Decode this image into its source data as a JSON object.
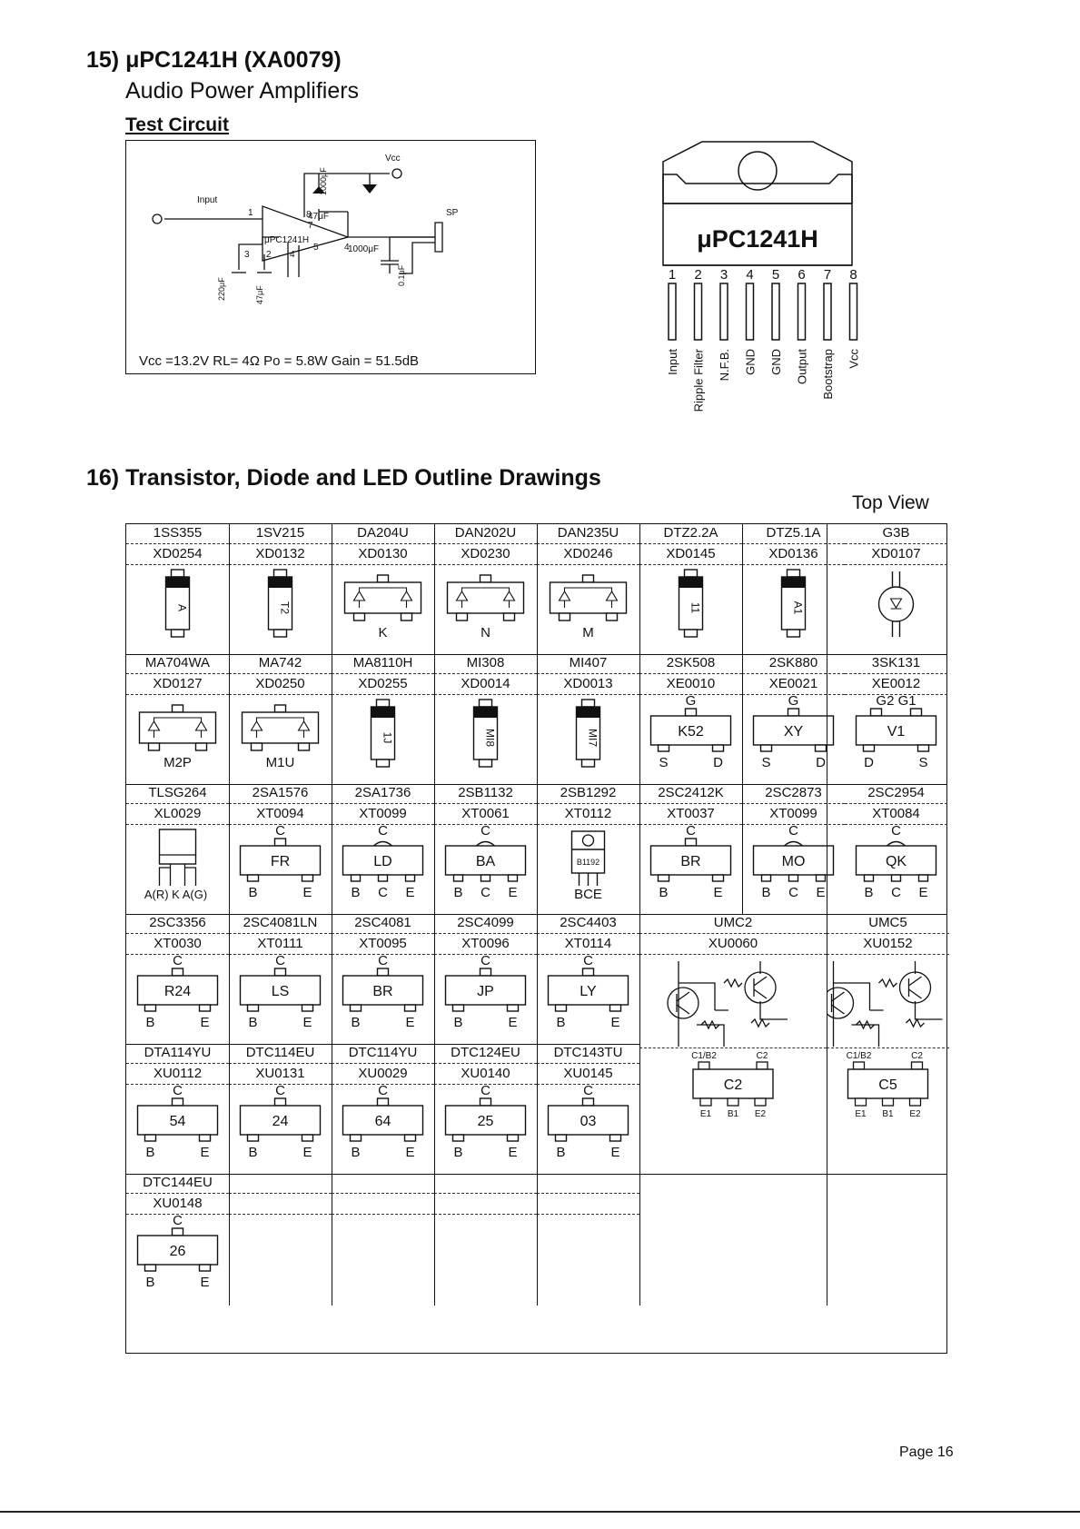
{
  "section15": {
    "title": "15) μPC1241H (XA0079)",
    "subtitle": "Audio Power Amplifiers",
    "test_circuit_label": "Test Circuit",
    "circuit_caption": "Vcc =13.2V   RL= 4Ω  Po = 5.8W  Gain = 51.5dB",
    "circuit_labels": {
      "vcc": "Vcc",
      "input": "Input",
      "sp": "SP",
      "ic": "μPC1241H",
      "c1000_top": "1000μF",
      "c47": "47μF",
      "c1000_out": "1000μF",
      "c01": "0.1μF",
      "c220": "220μF",
      "c47b": "47μF",
      "p1": "1",
      "p2": "2",
      "p3": "3",
      "p4": "4",
      "p5": "5",
      "p6": "6",
      "p7": "7",
      "p8": "8"
    },
    "ic_package": {
      "name": "μPC1241H",
      "pin_numbers": [
        "1",
        "2",
        "3",
        "4",
        "5",
        "6",
        "7",
        "8"
      ],
      "pin_functions": [
        "Input",
        "Ripple Filter",
        "N.F.B.",
        "GND",
        "GND",
        "Output",
        "Bootstrap",
        "Vcc"
      ]
    }
  },
  "section16": {
    "title": "16) Transistor, Diode and LED Outline Drawings",
    "top_view": "Top View",
    "rows": [
      [
        {
          "n1": "1SS355",
          "n2": "XD0254",
          "t": "diode2",
          "mark": "A"
        },
        {
          "n1": "1SV215",
          "n2": "XD0132",
          "t": "diode2",
          "mark": "T2"
        },
        {
          "n1": "DA204U",
          "n2": "XD0130",
          "t": "dual",
          "bottom": [
            "K"
          ]
        },
        {
          "n1": "DAN202U",
          "n2": "XD0230",
          "t": "dual",
          "bottom": [
            "N"
          ]
        },
        {
          "n1": "DAN235U",
          "n2": "XD0246",
          "t": "dual",
          "bottom": [
            "M"
          ]
        },
        {
          "n1": "DTZ2.2A",
          "n2": "XD0145",
          "t": "zener",
          "mark": "11"
        },
        {
          "n1": "DTZ5.1A",
          "n2": "XD0136",
          "t": "zener",
          "mark": "A1"
        },
        {
          "n1": "G3B",
          "n2": "XD0107",
          "t": "round"
        }
      ],
      [
        {
          "n1": "MA704WA",
          "n2": "XD0127",
          "t": "dual",
          "bottom": [
            "M2P"
          ]
        },
        {
          "n1": "MA742",
          "n2": "XD0250",
          "t": "dual",
          "bottom": [
            "M1U"
          ]
        },
        {
          "n1": "MA8110H",
          "n2": "XD0255",
          "t": "diode2",
          "mark": "1J"
        },
        {
          "n1": "MI308",
          "n2": "XD0014",
          "t": "diode2",
          "mark": "MI8"
        },
        {
          "n1": "MI407",
          "n2": "XD0013",
          "t": "diode2",
          "mark": "MI7"
        },
        {
          "n1": "2SK508",
          "n2": "XE0010",
          "t": "sot",
          "top": "G",
          "mark": "K52",
          "bottom": [
            "S",
            "D"
          ]
        },
        {
          "n1": "2SK880",
          "n2": "XE0021",
          "t": "sot",
          "top": "G",
          "mark": "XY",
          "bottom": [
            "S",
            "D"
          ]
        },
        {
          "n1": "3SK131",
          "n2": "XE0012",
          "t": "sot4",
          "top": "G2  G1",
          "mark": "V1",
          "bottom": [
            "D",
            "S"
          ]
        }
      ],
      [
        {
          "n1": "TLSG264",
          "n2": "XL0029",
          "t": "led",
          "bottom": [
            "A(R) K A(G)"
          ]
        },
        {
          "n1": "2SA1576",
          "n2": "XT0094",
          "t": "sot",
          "top": "C",
          "mark": "FR",
          "bottom": [
            "B",
            "E"
          ]
        },
        {
          "n1": "2SA1736",
          "n2": "XT0099",
          "t": "sot3",
          "top": "C",
          "mark": "LD",
          "bottom": [
            "B",
            "C",
            "E"
          ]
        },
        {
          "n1": "2SB1132",
          "n2": "XT0061",
          "t": "sot3",
          "top": "C",
          "mark": "BA",
          "bottom": [
            "B",
            "C",
            "E"
          ]
        },
        {
          "n1": "2SB1292",
          "n2": "XT0112",
          "t": "to",
          "mark": "B1192",
          "bottom": [
            "BCE"
          ]
        },
        {
          "n1": "2SC2412K",
          "n2": "XT0037",
          "t": "sot",
          "top": "C",
          "mark": "BR",
          "bottom": [
            "B",
            "E"
          ]
        },
        {
          "n1": "2SC2873",
          "n2": "XT0099",
          "t": "sot3",
          "top": "C",
          "mark": "MO",
          "bottom": [
            "B",
            "C",
            "E"
          ]
        },
        {
          "n1": "2SC2954",
          "n2": "XT0084",
          "t": "sot3",
          "top": "C",
          "mark": "QK",
          "bottom": [
            "B",
            "C",
            "E"
          ]
        }
      ],
      [
        {
          "n1": "2SC3356",
          "n2": "XT0030",
          "t": "sot",
          "top": "C",
          "mark": "R24",
          "bottom": [
            "B",
            "E"
          ]
        },
        {
          "n1": "2SC4081LN",
          "n2": "XT0111",
          "t": "sot",
          "top": "C",
          "mark": "LS",
          "bottom": [
            "B",
            "E"
          ]
        },
        {
          "n1": "2SC4081",
          "n2": "XT0095",
          "t": "sot",
          "top": "C",
          "mark": "BR",
          "bottom": [
            "B",
            "E"
          ]
        },
        {
          "n1": "2SC4099",
          "n2": "XT0096",
          "t": "sot",
          "top": "C",
          "mark": "JP",
          "bottom": [
            "B",
            "E"
          ]
        },
        {
          "n1": "2SC4403",
          "n2": "XT0114",
          "t": "sot",
          "top": "C",
          "mark": "LY",
          "bottom": [
            "B",
            "E"
          ]
        }
      ],
      [
        {
          "n1": "DTA114YU",
          "n2": "XU0112",
          "t": "sot",
          "top": "C",
          "mark": "54",
          "bottom": [
            "B",
            "E"
          ]
        },
        {
          "n1": "DTC114EU",
          "n2": "XU0131",
          "t": "sot",
          "top": "C",
          "mark": "24",
          "bottom": [
            "B",
            "E"
          ]
        },
        {
          "n1": "DTC114YU",
          "n2": "XU0029",
          "t": "sot",
          "top": "C",
          "mark": "64",
          "bottom": [
            "B",
            "E"
          ]
        },
        {
          "n1": "DTC124EU",
          "n2": "XU0140",
          "t": "sot",
          "top": "C",
          "mark": "25",
          "bottom": [
            "B",
            "E"
          ]
        },
        {
          "n1": "DTC143TU",
          "n2": "XU0145",
          "t": "sot",
          "top": "C",
          "mark": "03",
          "bottom": [
            "B",
            "E"
          ]
        }
      ],
      [
        {
          "n1": "DTC144EU",
          "n2": "XU0148",
          "t": "sot",
          "top": "C",
          "mark": "26",
          "bottom": [
            "B",
            "E"
          ]
        }
      ]
    ],
    "umc": [
      {
        "n1": "UMC2",
        "n2": "XU0060",
        "top": [
          "C1/B2",
          "C2"
        ],
        "mark": "C2",
        "bottom": [
          "E1",
          "B1",
          "E2"
        ]
      },
      {
        "n1": "UMC5",
        "n2": "XU0152",
        "top": [
          "C1/B2",
          "C2"
        ],
        "mark": "C5",
        "bottom": [
          "E1",
          "B1",
          "E2"
        ]
      }
    ]
  },
  "page": {
    "number": "Page 16"
  }
}
